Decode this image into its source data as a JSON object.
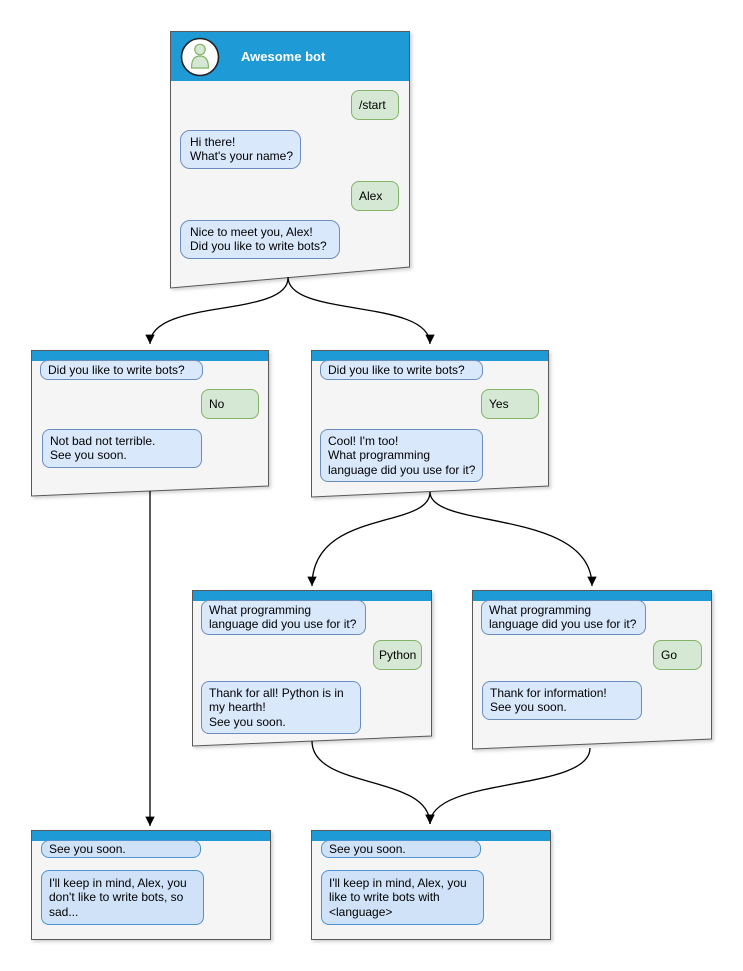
{
  "colors": {
    "header_blue": "#1e9ad6",
    "window_bg": "#f5f5f5",
    "window_border": "#595959",
    "bot_bubble_bg": "#dae8fc",
    "bot_bubble_border": "#6c8ebf",
    "end_bubble_bg": "#cfe2f7",
    "end_bubble_border": "#4d94d0",
    "user_bubble_bg": "#d5e8d4",
    "user_bubble_border": "#82b366",
    "arrow_color": "#000000"
  },
  "windows": [
    {
      "id": "main",
      "title": "Awesome bot",
      "avatar": "person-icon",
      "bubbles": [
        {
          "side": "user",
          "text": "/start"
        },
        {
          "side": "bot",
          "text": "Hi there!\nWhat's your name?"
        },
        {
          "side": "user",
          "text": "Alex"
        },
        {
          "side": "bot",
          "text": "Nice to meet you, Alex!\nDid you like to write bots?"
        }
      ]
    },
    {
      "id": "branch-no",
      "bubbles": [
        {
          "side": "bot",
          "text": "Did you like to write bots?"
        },
        {
          "side": "user",
          "text": "No"
        },
        {
          "side": "bot",
          "text": "Not bad not terrible.\nSee you soon."
        }
      ]
    },
    {
      "id": "branch-yes",
      "bubbles": [
        {
          "side": "bot",
          "text": "Did you like to write bots?"
        },
        {
          "side": "user",
          "text": "Yes"
        },
        {
          "side": "bot",
          "text": "Cool! I'm too!\nWhat programming\nlanguage did you use for it?"
        }
      ]
    },
    {
      "id": "branch-python",
      "bubbles": [
        {
          "side": "bot",
          "text": "What programming\nlanguage did you use for it?"
        },
        {
          "side": "user",
          "text": "Python"
        },
        {
          "side": "bot",
          "text": "Thank for all! Python is in\nmy hearth!\nSee you soon."
        }
      ]
    },
    {
      "id": "branch-go",
      "bubbles": [
        {
          "side": "bot",
          "text": "What programming\nlanguage did you use for it?"
        },
        {
          "side": "user",
          "text": "Go"
        },
        {
          "side": "bot",
          "text": "Thank for information!\nSee you soon."
        }
      ]
    },
    {
      "id": "end-no",
      "bubbles": [
        {
          "side": "bot",
          "text": "See you soon."
        },
        {
          "side": "bot",
          "text": "I'll keep in mind, Alex, you\ndon't like to write bots, so\nsad..."
        }
      ]
    },
    {
      "id": "end-yes",
      "bubbles": [
        {
          "side": "bot",
          "text": "See you soon."
        },
        {
          "side": "bot",
          "text": "I'll keep in mind, Alex, you\nlike to write bots with\n<language>"
        }
      ]
    }
  ],
  "edges": [
    {
      "from": "main",
      "to": "branch-no"
    },
    {
      "from": "main",
      "to": "branch-yes"
    },
    {
      "from": "branch-no",
      "to": "end-no"
    },
    {
      "from": "branch-yes",
      "to": "branch-python"
    },
    {
      "from": "branch-yes",
      "to": "branch-go"
    },
    {
      "from": "branch-python",
      "to": "end-yes"
    },
    {
      "from": "branch-go",
      "to": "end-yes"
    }
  ]
}
